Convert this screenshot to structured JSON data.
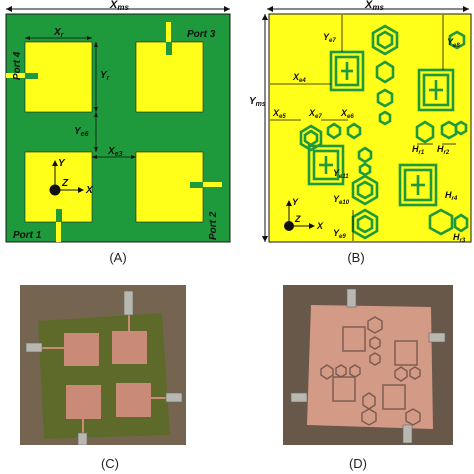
{
  "figure": {
    "captions": [
      "(A)",
      "(B)",
      "(C)",
      "(D)"
    ]
  },
  "panel_a": {
    "dim_labels": {
      "x_ms": "X",
      "x_ms_sub": "ms",
      "x_r": "X",
      "x_r_sub": "r",
      "y_r": "Y",
      "y_r_sub": "r",
      "y_e6": "Y",
      "y_e6_sub": "e6",
      "x_e3": "X",
      "x_e3_sub": "e3"
    },
    "ports": [
      "Port 4",
      "Port 3",
      "Port 1",
      "Port 2"
    ],
    "axes": {
      "y": "Y",
      "z": "Z",
      "x": "X"
    },
    "colors": {
      "substrate": "#1e9a3c",
      "patch": "#ffff1a",
      "border": "#1a1a1a"
    }
  },
  "panel_b": {
    "dim_labels": {
      "x_ms": "X",
      "x_ms_sub": "ms",
      "y_ms": "Y",
      "y_ms_sub": "ms",
      "y_e7": "Y",
      "y_e7_sub": "e7",
      "y_e8": "Y",
      "y_e8_sub": "e8",
      "x_e4": "X",
      "x_e4_sub": "e4",
      "x_e5": "X",
      "x_e5_sub": "e5",
      "x_e7": "X",
      "x_e7_sub": "e7",
      "x_e6": "X",
      "x_e6_sub": "e6",
      "h_r1": "H",
      "h_r1_sub": "r1",
      "h_r2": "H",
      "h_r2_sub": "r2",
      "y_e11": "Y",
      "y_e11_sub": "e11",
      "y_e10": "Y",
      "y_e10_sub": "e10",
      "y_e9": "Y",
      "y_e9_sub": "e9",
      "h_r4": "H",
      "h_r4_sub": "r4",
      "h_r3": "H",
      "h_r3_sub": "r3"
    },
    "axes": {
      "y": "Y",
      "z": "Z",
      "x": "X"
    },
    "colors": {
      "substrate": "#ffff1a",
      "trace": "#1e9a3c"
    }
  },
  "panel_c": {
    "colors": {
      "board": "#5e6a2a",
      "patch": "#c98a78",
      "background": "#6b5a48"
    }
  },
  "panel_d": {
    "colors": {
      "board": "#d39a85",
      "trace": "#7a5a50",
      "background": "#5a4a3e"
    }
  }
}
